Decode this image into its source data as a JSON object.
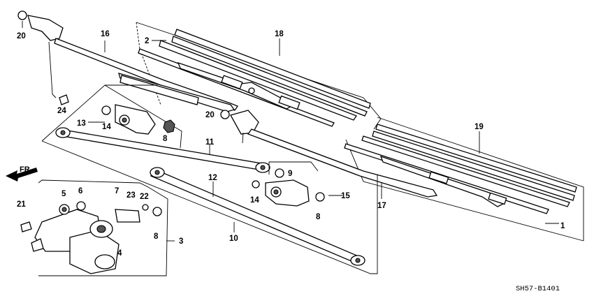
{
  "diagram": {
    "direction_label": "FR.",
    "code": "SH57-B1401",
    "callouts": {
      "c1": "1",
      "c2": "2",
      "c3": "3",
      "c4": "4",
      "c5": "5",
      "c6": "6",
      "c7": "7",
      "c8a": "8",
      "c8b": "8",
      "c8c": "8",
      "c9": "9",
      "c10": "10",
      "c11": "11",
      "c12": "12",
      "c13": "13",
      "c14a": "14",
      "c14b": "14",
      "c15": "15",
      "c16": "16",
      "c17": "17",
      "c18": "18",
      "c19": "19",
      "c20a": "20",
      "c20b": "20",
      "c21": "21",
      "c22": "22",
      "c23": "23",
      "c24": "24"
    }
  }
}
